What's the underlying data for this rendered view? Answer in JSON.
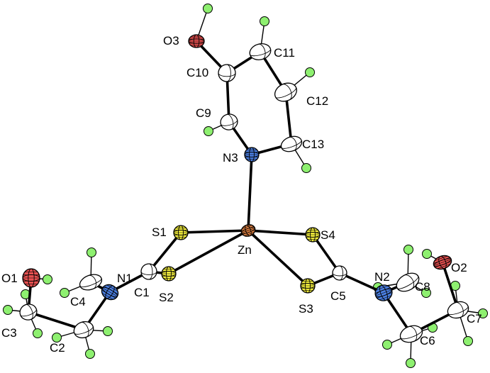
{
  "figure": {
    "type": "ORTEP molecular structure",
    "colors": {
      "C": "#ffffff",
      "N": "#4a7ee0",
      "O": "#e65050",
      "S": "#f2ee3c",
      "Zn": "#e08040",
      "H": "#8ef070",
      "bond": "#000000"
    }
  },
  "atoms": [
    {
      "id": "Zn",
      "label": "Zn",
      "element": "Zn"
    },
    {
      "id": "S1",
      "label": "S1",
      "element": "S"
    },
    {
      "id": "S2",
      "label": "S2",
      "element": "S"
    },
    {
      "id": "S3",
      "label": "S3",
      "element": "S"
    },
    {
      "id": "S4",
      "label": "S4",
      "element": "S"
    },
    {
      "id": "N1",
      "label": "N1",
      "element": "N"
    },
    {
      "id": "N2",
      "label": "N2",
      "element": "N"
    },
    {
      "id": "N3",
      "label": "N3",
      "element": "N"
    },
    {
      "id": "O1",
      "label": "O1",
      "element": "O"
    },
    {
      "id": "O2",
      "label": "O2",
      "element": "O"
    },
    {
      "id": "O3",
      "label": "O3",
      "element": "O"
    },
    {
      "id": "C1",
      "label": "C1",
      "element": "C"
    },
    {
      "id": "C2",
      "label": "C2",
      "element": "C"
    },
    {
      "id": "C3",
      "label": "C3",
      "element": "C"
    },
    {
      "id": "C4",
      "label": "C4",
      "element": "C"
    },
    {
      "id": "C5",
      "label": "C5",
      "element": "C"
    },
    {
      "id": "C6",
      "label": "C6",
      "element": "C"
    },
    {
      "id": "C7",
      "label": "C7",
      "element": "C"
    },
    {
      "id": "C8",
      "label": "C8",
      "element": "C"
    },
    {
      "id": "C9",
      "label": "C9",
      "element": "C"
    },
    {
      "id": "C10",
      "label": "C10",
      "element": "C"
    },
    {
      "id": "C11",
      "label": "C11",
      "element": "C"
    },
    {
      "id": "C12",
      "label": "C12",
      "element": "C"
    },
    {
      "id": "C13",
      "label": "C13",
      "element": "C"
    }
  ],
  "bonds": [
    [
      "Zn",
      "N3"
    ],
    [
      "Zn",
      "S1"
    ],
    [
      "Zn",
      "S2"
    ],
    [
      "Zn",
      "S3"
    ],
    [
      "Zn",
      "S4"
    ],
    [
      "S1",
      "C1"
    ],
    [
      "S2",
      "C1"
    ],
    [
      "C1",
      "N1"
    ],
    [
      "N1",
      "C4"
    ],
    [
      "N1",
      "C2"
    ],
    [
      "C2",
      "C3"
    ],
    [
      "C3",
      "O1"
    ],
    [
      "S4",
      "C5"
    ],
    [
      "S3",
      "C5"
    ],
    [
      "C5",
      "N2"
    ],
    [
      "N2",
      "C8"
    ],
    [
      "N2",
      "C6"
    ],
    [
      "C6",
      "C7"
    ],
    [
      "C7",
      "O2"
    ],
    [
      "N3",
      "C9"
    ],
    [
      "C9",
      "C10"
    ],
    [
      "C10",
      "C11"
    ],
    [
      "C11",
      "C12"
    ],
    [
      "C12",
      "C13"
    ],
    [
      "C13",
      "N3"
    ],
    [
      "C10",
      "O3"
    ]
  ]
}
